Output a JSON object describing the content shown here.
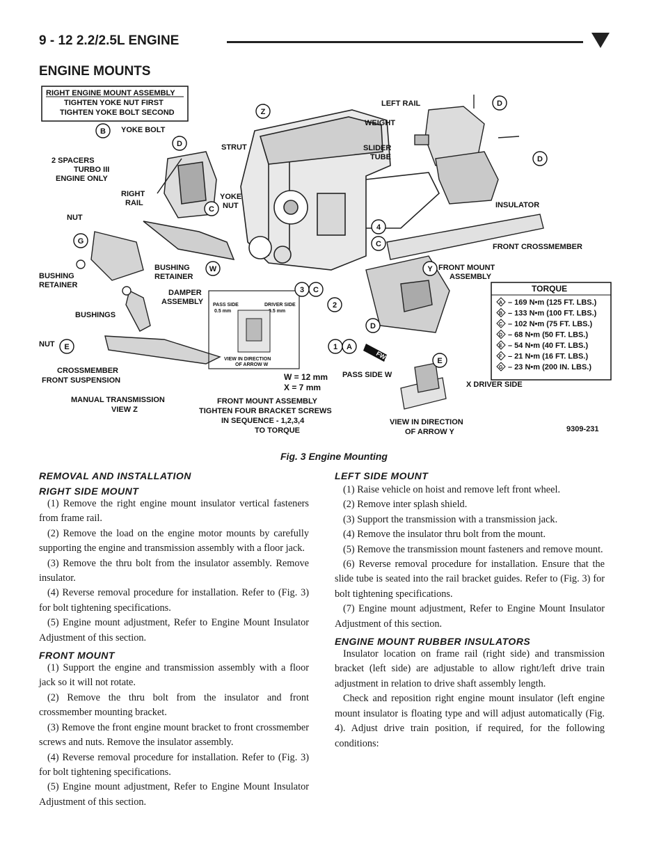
{
  "header": {
    "page_label": "9 - 12    2.2/2.5L ENGINE"
  },
  "section_title": "ENGINE MOUNTS",
  "figure": {
    "caption": "Fig. 3 Engine Mounting",
    "labels": {
      "box_title": "RIGHT ENGINE MOUNT ASSEMBLY",
      "box_line1": "TIGHTEN YOKE NUT FIRST",
      "box_line2": "TIGHTEN YOKE BOLT SECOND",
      "yoke_bolt": "YOKE BOLT",
      "spacers1": "2 SPACERS",
      "spacers2": "TURBO III",
      "spacers3": "ENGINE ONLY",
      "strut": "STRUT",
      "yoke_nut1": "YOKE",
      "yoke_nut2": "NUT",
      "right_rail1": "RIGHT",
      "right_rail2": "RAIL",
      "nut_top": "NUT",
      "bushing_retainer_l1": "BUSHING",
      "bushing_retainer_l2": "RETAINER",
      "bushing_retainer_r1": "BUSHING",
      "bushing_retainer_r2": "RETAINER",
      "damper1": "DAMPER",
      "damper2": "ASSEMBLY",
      "bushings": "BUSHINGS",
      "nut_bottom": "NUT",
      "crossmember1": "CROSSMEMBER",
      "crossmember2": "FRONT SUSPENSION",
      "manual1": "MANUAL TRANSMISSION",
      "manual2": "VIEW Z",
      "left_rail": "LEFT RAIL",
      "weight": "WEIGHT",
      "slider1": "SLIDER",
      "slider2": "TUBE",
      "insulator": "INSULATOR",
      "front_crossmember": "FRONT CROSSMEMBER",
      "front_mount1": "FRONT MOUNT",
      "front_mount2": "ASSEMBLY",
      "pass_side_small": "PASS SIDE",
      "pass_side_small_mm": "0.5 mm",
      "driver_side_small": "DRIVER SIDE",
      "driver_side_small_mm": "0.5 mm",
      "view_w1": "VIEW IN DIRECTION",
      "view_w2": "OF ARROW W",
      "w_dim": "W = 12 mm",
      "x_dim": "X = 7 mm",
      "fma1": "FRONT MOUNT ASSEMBLY",
      "fma2": "TIGHTEN FOUR BRACKET SCREWS",
      "fma3": "IN SEQUENCE - 1,2,3,4",
      "fma4": "TO TORQUE",
      "pass_side_w": "PASS SIDE W",
      "x_driver": "X DRIVER SIDE",
      "view_y1": "VIEW IN DIRECTION",
      "view_y2": "OF ARROW Y",
      "fwd": "FWD",
      "fig_code": "9309-231"
    },
    "torque": {
      "title": "TORQUE",
      "rows": [
        {
          "key": "A",
          "text": "– 169 N•m (125 FT. LBS.)"
        },
        {
          "key": "B",
          "text": "– 133 N•m (100 FT. LBS.)"
        },
        {
          "key": "C",
          "text": "– 102 N•m (75 FT. LBS.)"
        },
        {
          "key": "D",
          "text": "– 68 N•m (50 FT. LBS.)"
        },
        {
          "key": "E",
          "text": "– 54 N•m (40 FT. LBS.)"
        },
        {
          "key": "F",
          "text": "– 21 N•m (16 FT. LBS.)"
        },
        {
          "key": "G",
          "text": "– 23 N•m (200 IN. LBS.)"
        }
      ]
    },
    "callouts": {
      "z": "Z",
      "b": "B",
      "d": "D",
      "c": "C",
      "g": "G",
      "w": "W",
      "e": "E",
      "y": "Y",
      "a": "A",
      "n1": "1",
      "n2": "2",
      "n3": "3",
      "n4": "4"
    }
  },
  "left_column": {
    "h_removal": "REMOVAL AND INSTALLATION",
    "h_right": "RIGHT SIDE MOUNT",
    "right_steps": [
      "(1) Remove the right engine mount insulator vertical fasteners from frame rail.",
      "(2) Remove the load on the engine motor mounts by carefully supporting the engine and transmission assembly with a floor jack.",
      "(3) Remove the thru bolt from the insulator assembly. Remove insulator.",
      "(4) Reverse removal procedure for installation. Refer to (Fig. 3) for bolt tightening specifications.",
      "(5) Engine mount adjustment, Refer to Engine Mount Insulator Adjustment of this section."
    ],
    "h_front": "FRONT MOUNT",
    "front_steps": [
      "(1) Support the engine and transmission assembly with a floor jack so it will not rotate.",
      "(2) Remove the thru bolt from the insulator and front crossmember mounting bracket.",
      "(3) Remove the front engine mount bracket to front crossmember screws and nuts. Remove the insulator assembly.",
      "(4) Reverse removal procedure for installation. Refer to (Fig. 3) for bolt tightening specifications.",
      "(5) Engine mount adjustment, Refer to Engine Mount Insulator Adjustment of this section."
    ]
  },
  "right_column": {
    "h_left": "LEFT SIDE MOUNT",
    "left_steps": [
      "(1) Raise vehicle on hoist and remove left front wheel.",
      "(2) Remove inter splash shield.",
      "(3) Support the transmission with a transmission jack.",
      "(4) Remove the insulator thru bolt from the mount.",
      "(5) Remove the transmission mount fasteners and remove mount.",
      "(6) Reverse removal procedure for installation. Ensure that the slide tube is seated into the rail bracket guides. Refer to (Fig. 3) for bolt tightening specifications.",
      "(7) Engine mount adjustment, Refer to Engine Mount Insulator Adjustment of this section."
    ],
    "h_rubber": "ENGINE MOUNT RUBBER INSULATORS",
    "rubber_paras": [
      "Insulator location on frame rail (right side) and transmission bracket (left side) are adjustable to allow right/left drive train adjustment in relation to drive shaft assembly length.",
      "Check and reposition right engine mount insulator (left engine mount insulator is floating type and will adjust automatically (Fig. 4). Adjust drive train position, if required, for the following conditions:"
    ]
  }
}
